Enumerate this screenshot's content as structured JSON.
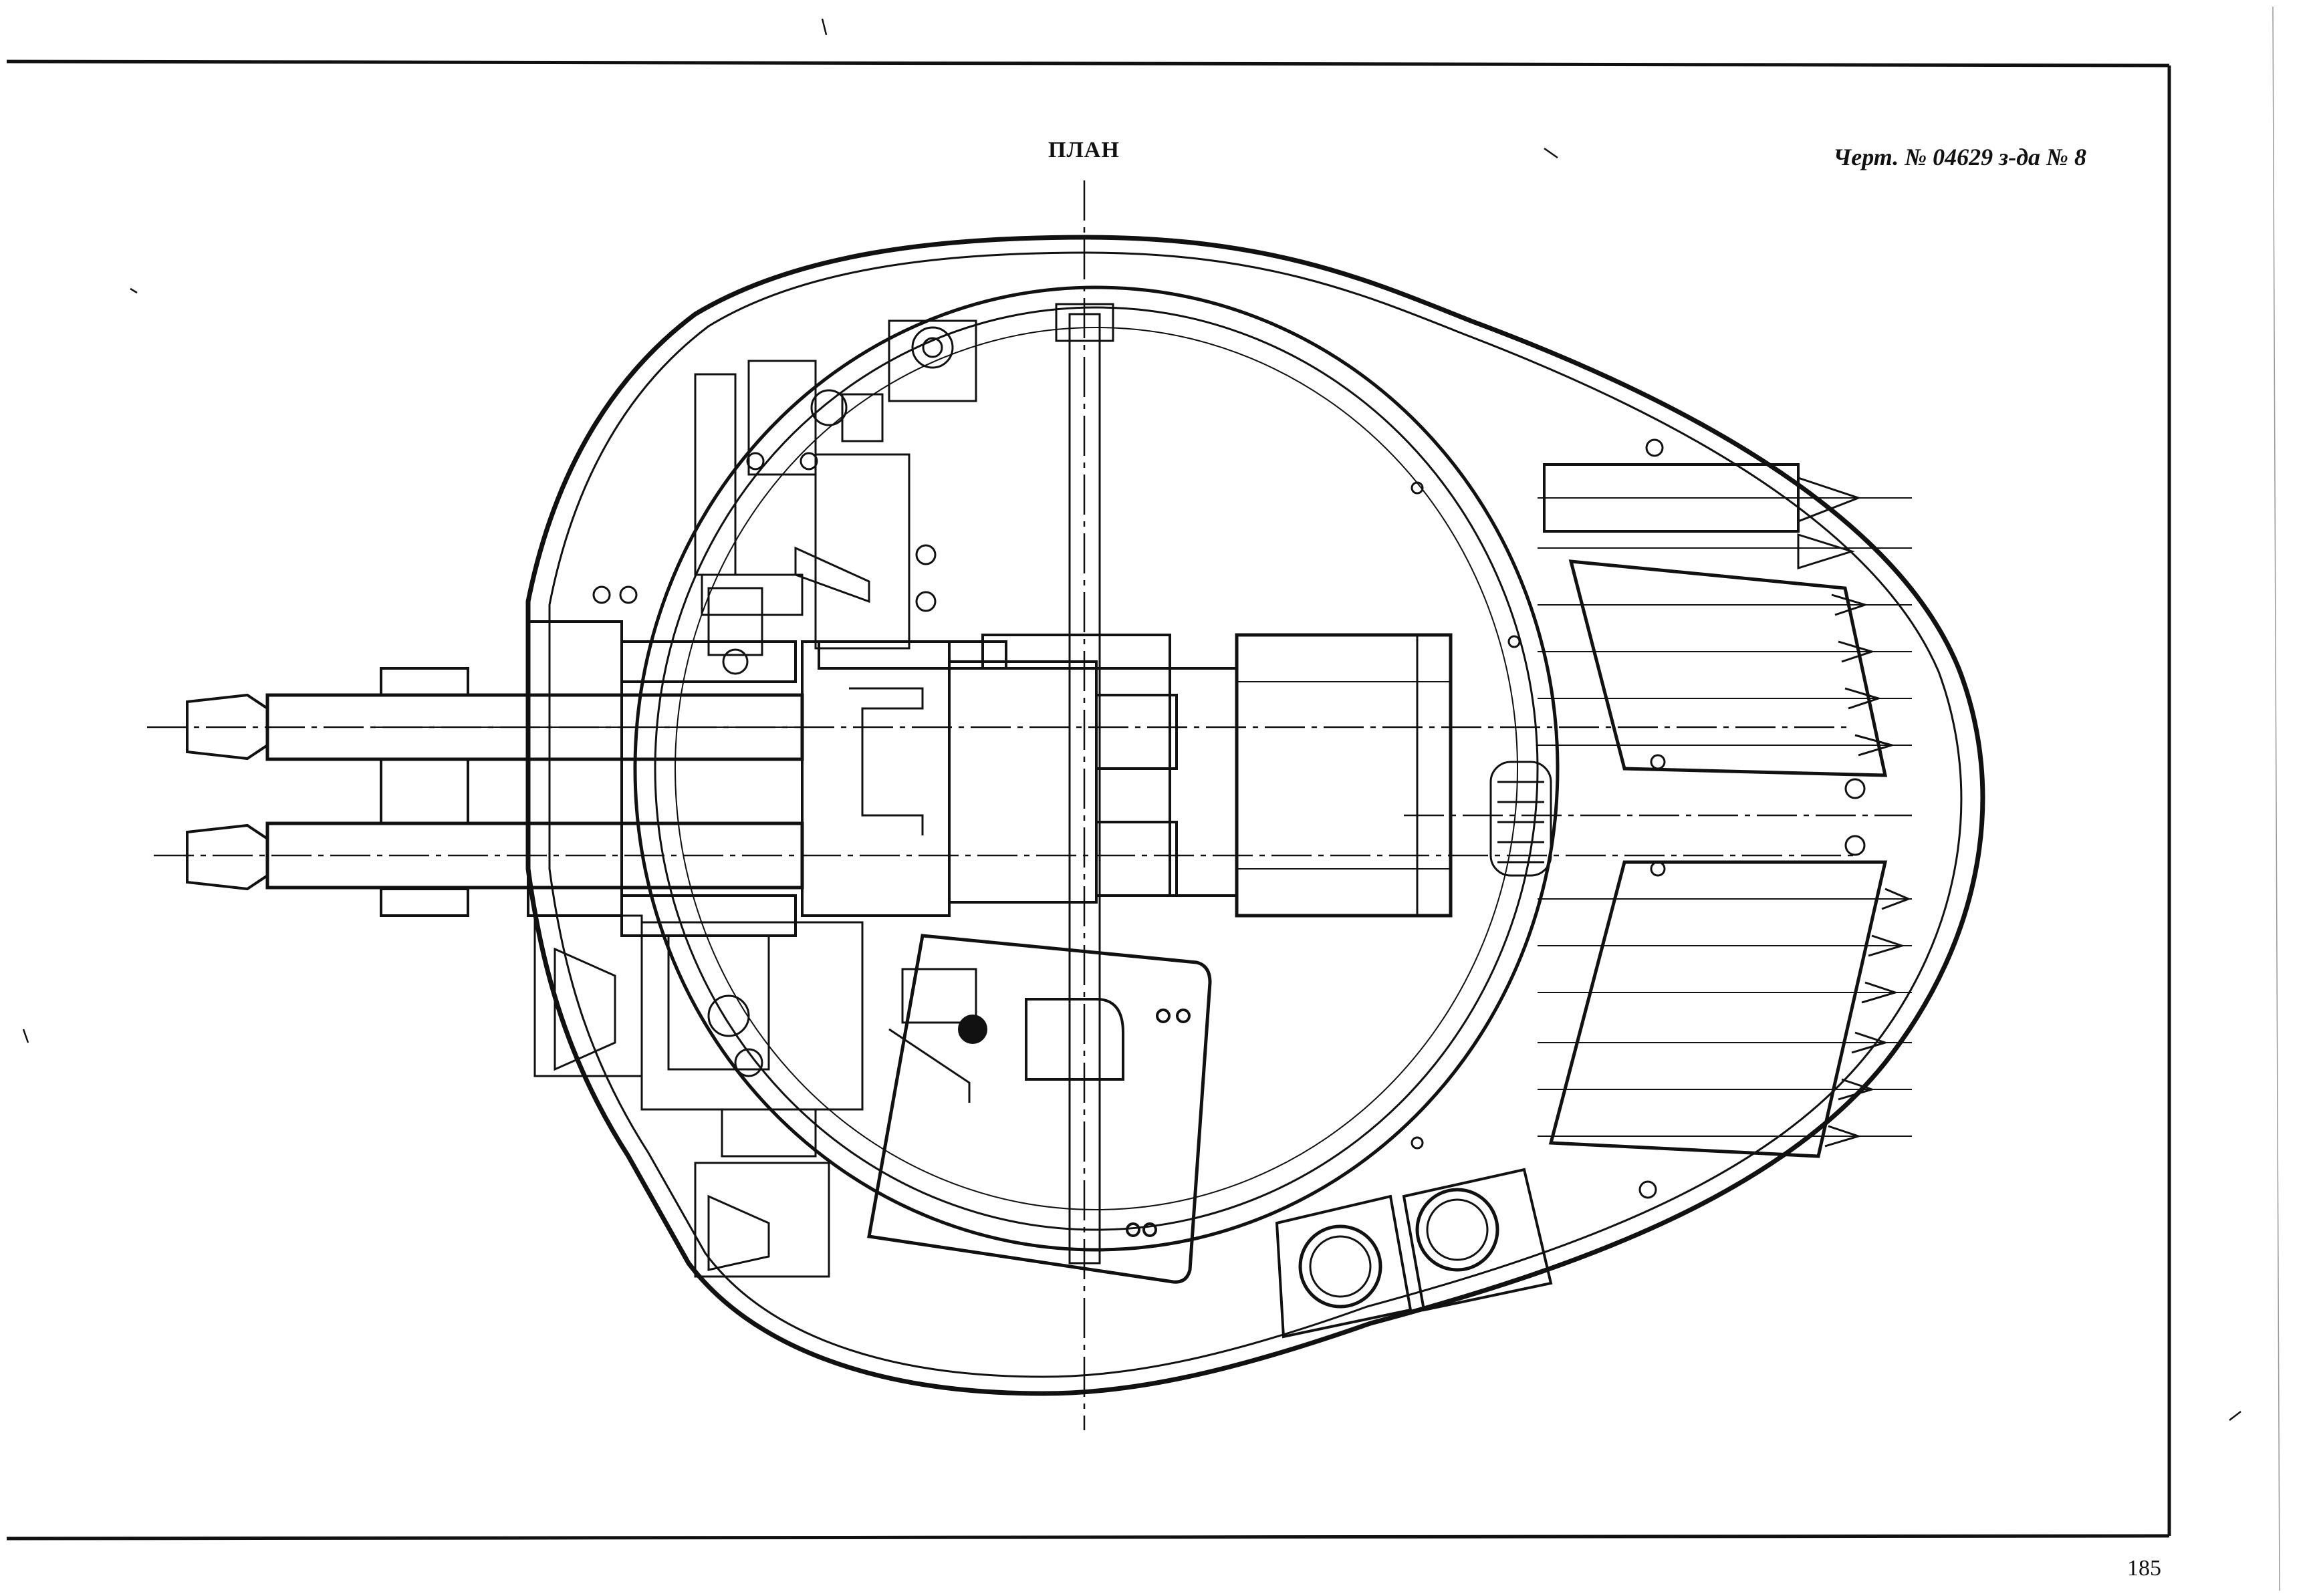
{
  "sheet": {
    "title": "ПЛАН",
    "drawing_number": "Черт. № 04629 з-да № 8",
    "page_number": "185"
  },
  "colors": {
    "ink": "#111111",
    "paper": "#ffffff"
  }
}
